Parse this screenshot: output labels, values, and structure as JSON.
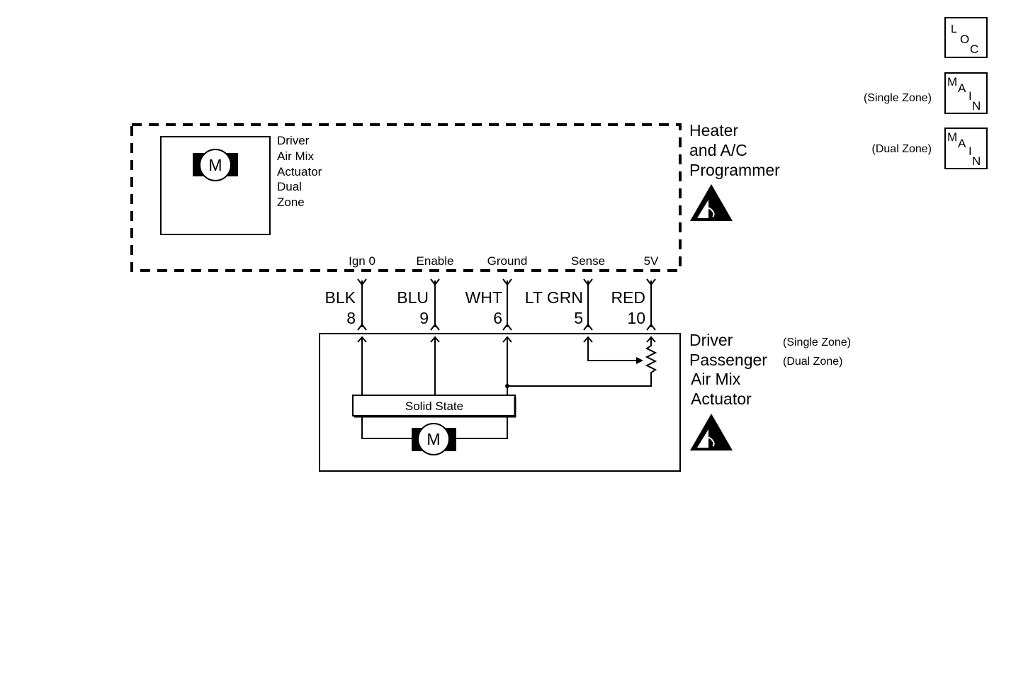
{
  "badges": {
    "loc": [
      "L",
      "O",
      "C"
    ],
    "main": [
      "M",
      "A",
      "I",
      "N"
    ],
    "single_zone_label": "(Single Zone)",
    "dual_zone_label": "(Dual Zone)"
  },
  "programmer": {
    "title_lines": [
      "Heater",
      "and A/C",
      "Programmer"
    ],
    "inner_actuator_label_lines": [
      "Driver",
      "Air Mix",
      "Actuator",
      "Dual",
      "Zone"
    ],
    "motor_letter": "M"
  },
  "pins": [
    {
      "function": "Ign 0",
      "wire_color": "BLK",
      "pin": "8"
    },
    {
      "function": "Enable",
      "wire_color": "BLU",
      "pin": "9"
    },
    {
      "function": "Ground",
      "wire_color": "WHT",
      "pin": "6"
    },
    {
      "function": "Sense",
      "wire_color": "LT GRN",
      "pin": "5"
    },
    {
      "function": "5V",
      "wire_color": "RED",
      "pin": "10"
    }
  ],
  "actuator": {
    "title_lines": [
      "Driver",
      "Passenger",
      "Air Mix",
      "Actuator"
    ],
    "zone_notes": [
      "(Single Zone)",
      "(Dual Zone)"
    ],
    "solid_state_label": "Solid State",
    "motor_letter": "M"
  }
}
